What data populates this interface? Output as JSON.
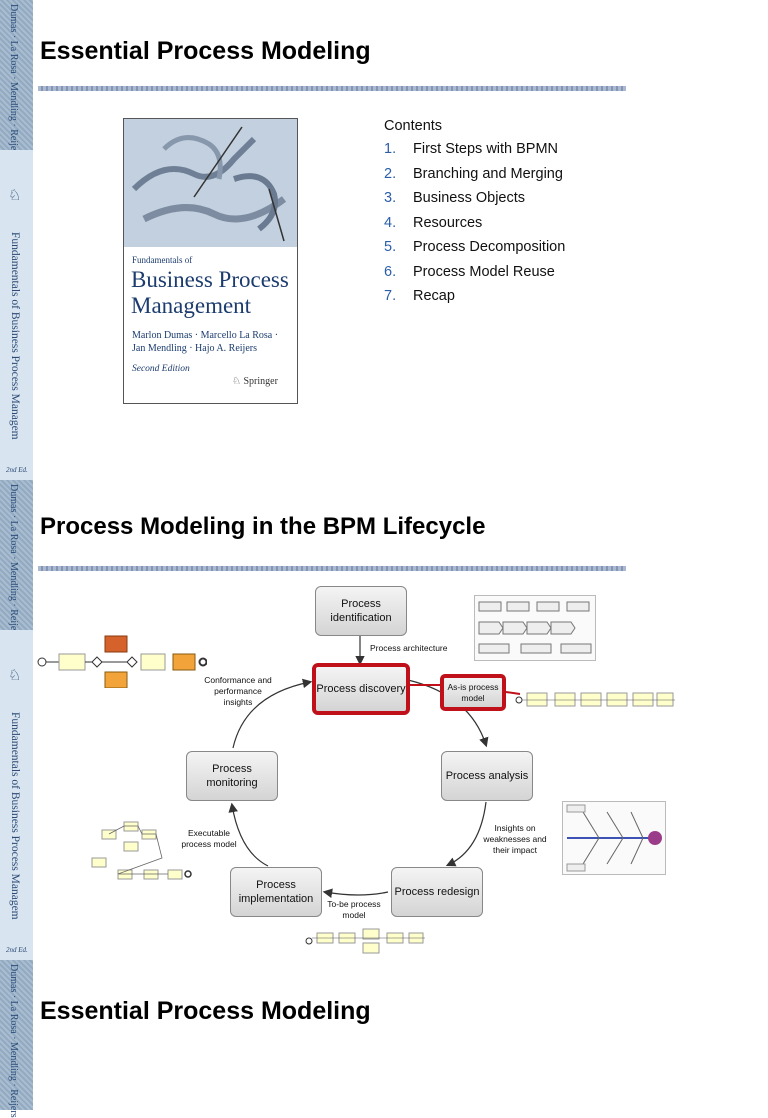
{
  "sidebar": {
    "authors": "Dumas · La Rosa · Mendling · Reijers",
    "book": "Fundamentals of Business Process Management",
    "edition": "2nd Ed."
  },
  "slide1": {
    "title": "Essential Process Modeling",
    "cover": {
      "series": "Fundamentals of",
      "title": "Business Process Management",
      "authors": "Marlon Dumas · Marcello La Rosa · Jan Mendling · Hajo A. Reijers",
      "edition": "Second Edition",
      "publisher": "Springer"
    },
    "contents": {
      "heading": "Contents",
      "items": [
        {
          "num": "1.",
          "label": "First Steps with BPMN"
        },
        {
          "num": "2.",
          "label": "Branching and Merging"
        },
        {
          "num": "3.",
          "label": "Business Objects"
        },
        {
          "num": "4.",
          "label": "Resources"
        },
        {
          "num": "5.",
          "label": "Process Decomposition"
        },
        {
          "num": "6.",
          "label": "Process Model Reuse"
        },
        {
          "num": "7.",
          "label": "Recap"
        }
      ]
    }
  },
  "slide2": {
    "title": "Process Modeling in the BPM Lifecycle",
    "phases": {
      "identification": "Process identification",
      "discovery": "Process discovery",
      "analysis": "Process analysis",
      "redesign": "Process redesign",
      "implementation": "Process implementation",
      "monitoring": "Process monitoring"
    },
    "labels": {
      "architecture": "Process architecture",
      "asis": "As-is process model",
      "conformance": "Conformance and performance insights",
      "insights": "Insights on weaknesses and their impact",
      "tobe": "To-be process model",
      "executable": "Executable process model"
    }
  },
  "slide3": {
    "title": "Essential Process Modeling"
  }
}
